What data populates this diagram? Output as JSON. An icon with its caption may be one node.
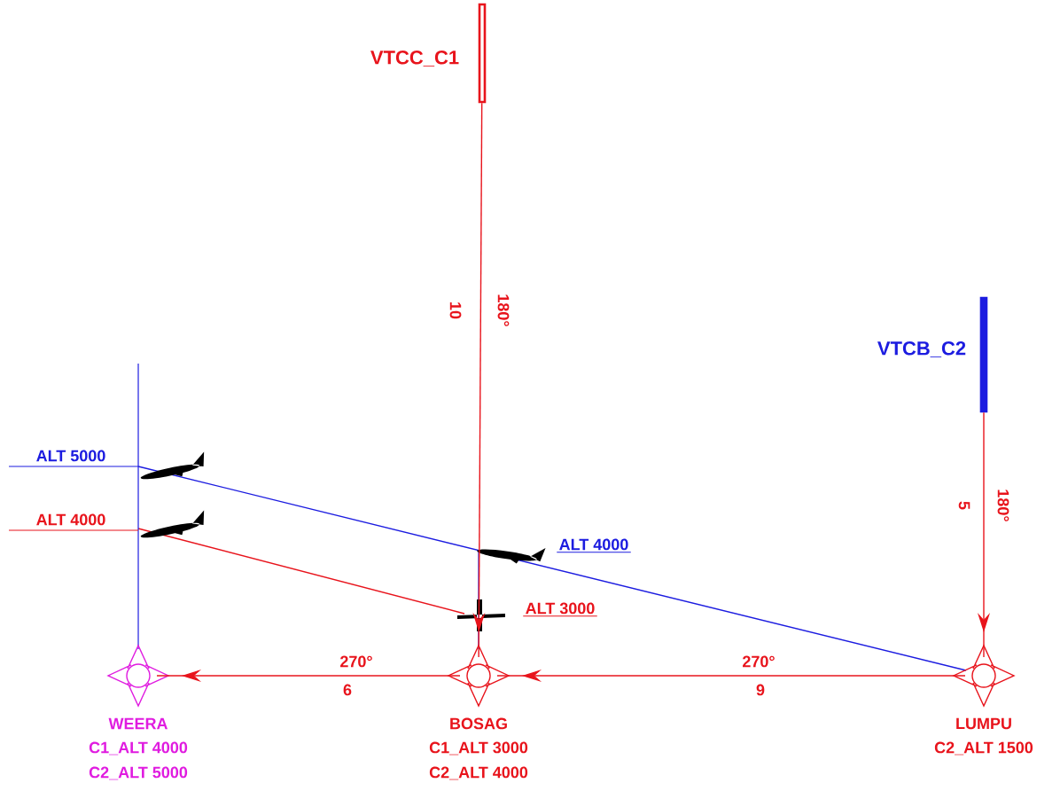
{
  "diagram": {
    "nodes": [
      {
        "text": [],
        "shape": "bar",
        "beside": [
          "VTCC_C1"
        ]
      },
      {
        "text": [],
        "shape": "bar",
        "beside": [
          "VTCB_C2"
        ]
      },
      {
        "text": [],
        "shape": "circle",
        "beside": [
          "WEERA",
          "C1_ALT 4000",
          "C2_ALT 5000"
        ]
      },
      {
        "text": [],
        "shape": "circle",
        "beside": [
          "BOSAG",
          "C1_ALT 3000",
          "C2_ALT 4000"
        ]
      },
      {
        "text": [],
        "shape": "circle",
        "beside": [
          "LUMPU",
          "C2_ALT 1500"
        ]
      }
    ],
    "edges": [
      {
        "from": 0,
        "to": 3,
        "arrow": "to",
        "label": "180°"
      },
      {
        "from": 1,
        "to": 4,
        "arrow": "to",
        "label": "180°"
      },
      {
        "from": 4,
        "to": 3,
        "arrow": "to",
        "label": "270°"
      },
      {
        "from": 3,
        "to": 2,
        "arrow": "to",
        "label": "270°"
      }
    ],
    "labels": [
      "10",
      "ALT 5000",
      "5",
      "ALT 4000",
      "ALT 4000",
      "ALT 3000",
      "6",
      "9"
    ]
  }
}
